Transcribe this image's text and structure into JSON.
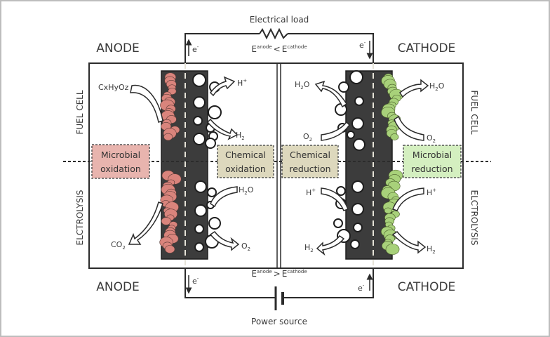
{
  "figure": {
    "circuit_top": {
      "label": "Electrical load",
      "condition": {
        "left_sym": "E",
        "left_sup": "anode",
        "op": "<",
        "right_sym": "E",
        "right_sup": "cathode"
      },
      "electron_left": "e",
      "electron_right": "e",
      "electron_sup": "-"
    },
    "circuit_bottom": {
      "label": "Power source",
      "condition": {
        "left_sym": "E",
        "left_sup": "anode",
        "op": ">",
        "right_sym": "E",
        "right_sup": "cathode"
      },
      "electron_left": "e",
      "electron_right": "e",
      "electron_sup": "-"
    },
    "electrodes": {
      "anode_top": "ANODE",
      "cathode_top": "CATHODE",
      "anode_bottom": "ANODE",
      "cathode_bottom": "CATHODE"
    },
    "modes": {
      "left_top": "FUEL CELL",
      "left_bottom": "ELCTROLYSIS",
      "right_top": "FUEL CELL",
      "right_bottom": "ELCTROLYSIS"
    },
    "process_boxes": {
      "microbial_oxidation": [
        "Microbial",
        "oxidation"
      ],
      "chemical_oxidation": [
        "Chemical",
        "oxidation"
      ],
      "chemical_reduction": [
        "Chemical",
        "reduction"
      ],
      "microbial_reduction": [
        "Microbial",
        "reduction"
      ]
    },
    "species": {
      "anode_fc_in": {
        "base": "C",
        "parts": [
          [
            "x",
            ""
          ],
          [
            "H",
            ""
          ],
          [
            "y",
            ""
          ],
          [
            "O",
            ""
          ],
          [
            "z",
            ""
          ]
        ]
      },
      "anode_fc_in_text": "CxHyOz",
      "anode_el_out": {
        "main": "CO",
        "sub": "2"
      },
      "chem_ox_fc_out1": {
        "main": "H",
        "sup": "+"
      },
      "chem_ox_fc_out2": {
        "main": "H",
        "sub": "2"
      },
      "chem_ox_el_in": {
        "main": "H",
        "sub": "2",
        "tail": "O"
      },
      "chem_ox_el_out": {
        "main": "O",
        "sub": "2"
      },
      "chem_red_fc_out": {
        "main": "H",
        "sub": "2",
        "tail": "O"
      },
      "chem_red_fc_in": {
        "main": "O",
        "sub": "2"
      },
      "chem_red_el_in": {
        "main": "H",
        "sup": "+"
      },
      "chem_red_el_out": {
        "main": "H",
        "sub": "2"
      },
      "cathode_fc_out": {
        "main": "H",
        "sub": "2",
        "tail": "O"
      },
      "cathode_fc_in": {
        "main": "O",
        "sub": "2"
      },
      "cathode_el_in": {
        "main": "H",
        "sup": "+"
      },
      "cathode_el_out": {
        "main": "H",
        "sub": "2"
      }
    },
    "colors": {
      "frame": "#bdbdbd",
      "line": "#2b2b2b",
      "electrode": "#3c3c3c",
      "biofilm_anode": "#d9847c",
      "biofilm_cathode": "#a8d17a",
      "box_microbial_ox": "#e8b4ae",
      "box_chemical": "#ddd8bd",
      "box_microbial_red": "#d4efc0",
      "text": "#3a3a3a"
    }
  }
}
